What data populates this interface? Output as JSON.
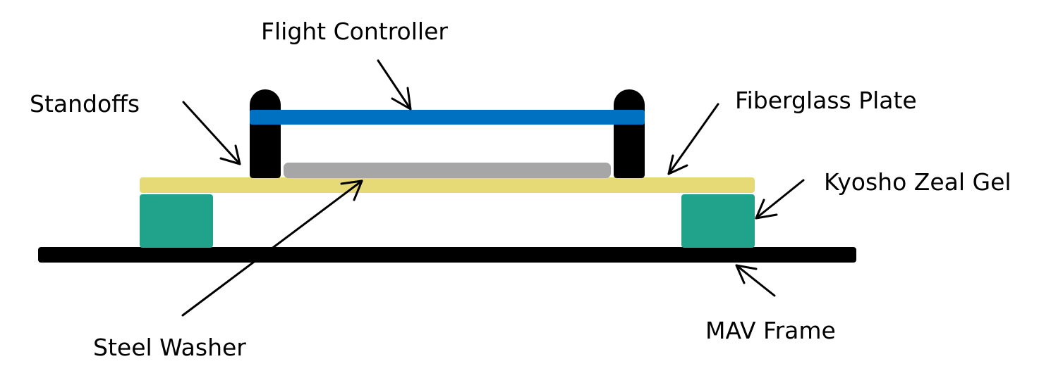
{
  "title": "Flight controller vibration-isolation mount",
  "colors": {
    "flight_controller": "#0070C0",
    "standoff": "#000000",
    "washer": "#A6A6A6",
    "fiberglass_plate": "#E6DA76",
    "gel_pad": "#21A38B",
    "mav_frame": "#000000",
    "arrow": "#000000",
    "text": "#000000"
  },
  "labels": {
    "flight_controller": "Flight Controller",
    "standoffs": "Standoffs",
    "fiberglass_plate": "Fiberglass Plate",
    "gel": "Kyosho Zeal Gel",
    "washer": "Steel Washer",
    "frame": "MAV Frame"
  }
}
